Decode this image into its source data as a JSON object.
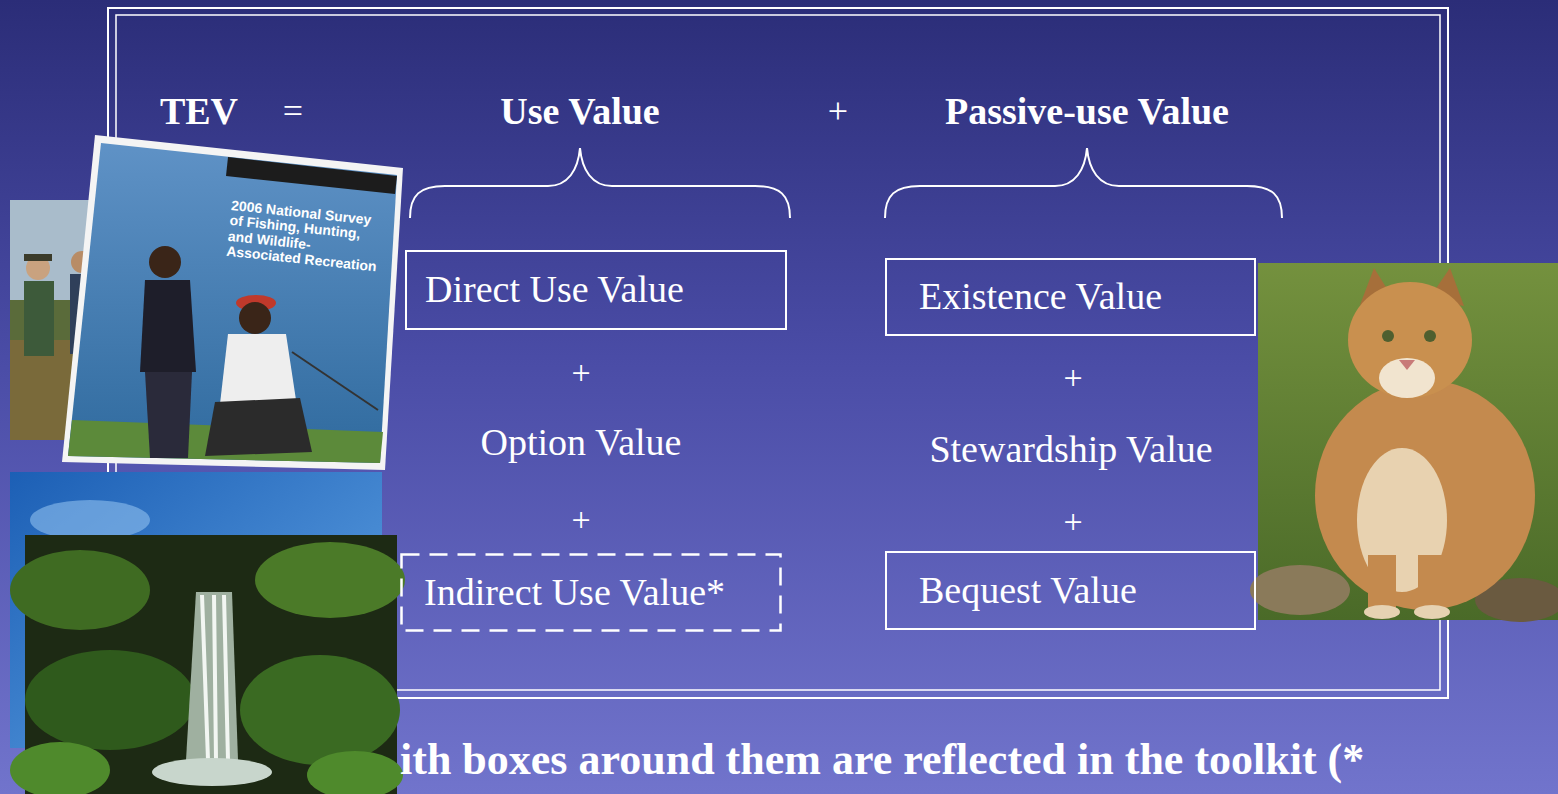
{
  "diagram": {
    "nodes": [
      {
        "text": [
          "Direct Use Value"
        ]
      },
      {
        "text": [
          "Indirect Use Value*"
        ]
      },
      {
        "text": [
          "Existence Value"
        ]
      },
      {
        "text": [
          "Bequest Value"
        ]
      }
    ],
    "labels": [
      "TEV",
      "=",
      "Use Value",
      "+",
      "Passive-use Value",
      "+",
      "Option Value",
      "+",
      "+",
      "Stewardship Value",
      "+",
      "2006 National Survey of Fishing, Hunting, and Wildlife-Associated Recreation",
      "ith boxes around them are reflected in the toolkit (*"
    ]
  }
}
